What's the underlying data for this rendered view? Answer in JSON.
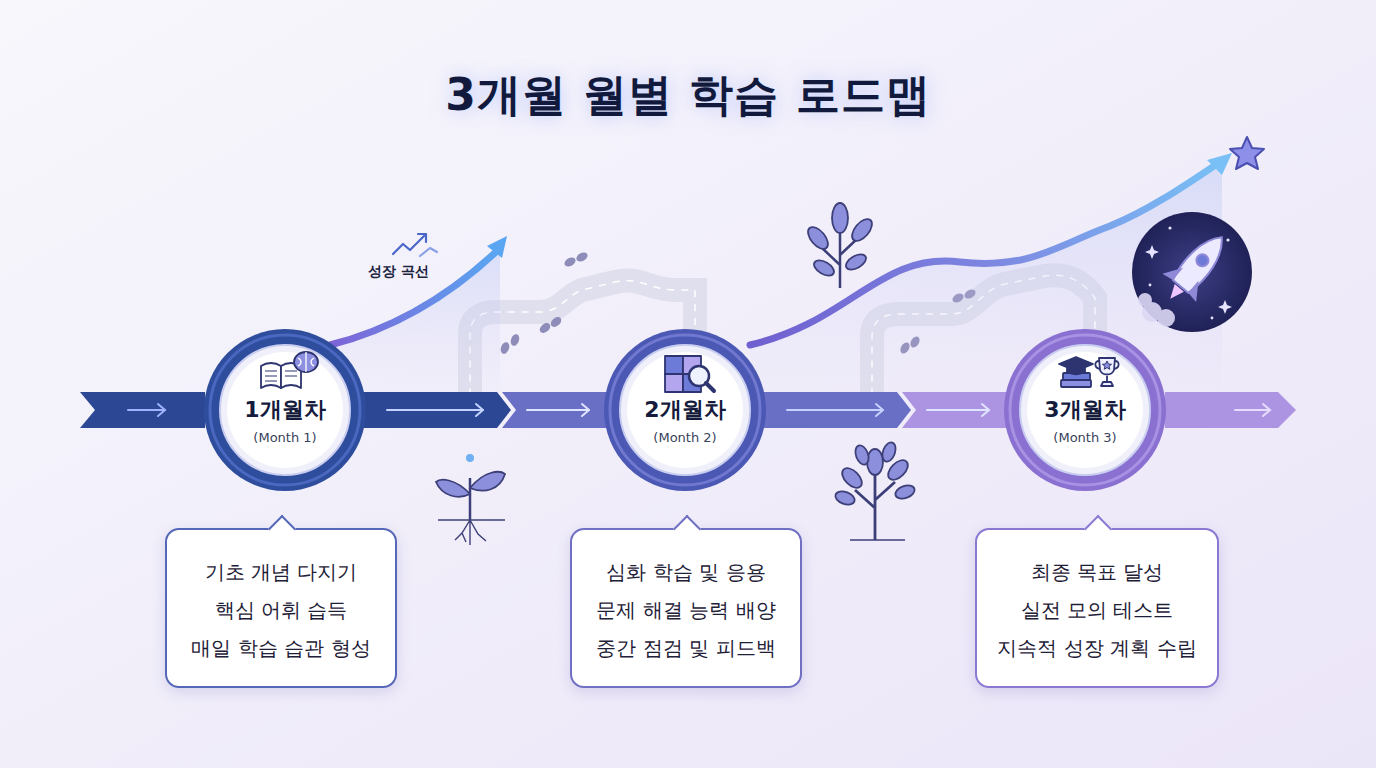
{
  "diagram": {
    "title": "3개월 월별 학습 로드맵",
    "nodes": [
      {
        "text": [
          "1개월차",
          "(Month 1)"
        ]
      },
      {
        "text": [
          "2개월차",
          "(Month 2)"
        ]
      },
      {
        "text": [
          "3개월차",
          "(Month 3)"
        ]
      },
      {
        "text": [
          "기초 개념 다지기",
          "핵심 어휘 습득",
          "매일 학습 습관 형성"
        ]
      },
      {
        "text": [
          "심화 학습 및 응용",
          "문제 해결 능력 배양",
          "중간 점검 및 피드백"
        ]
      },
      {
        "text": [
          "최종 목표 달성",
          "실전 모의 테스트",
          "지속적 성장 계획 수립"
        ]
      }
    ],
    "edges": [
      {
        "from": 0,
        "to": 1,
        "arrow": "to"
      },
      {
        "from": 1,
        "to": 2,
        "arrow": "to"
      }
    ],
    "labels": [
      "성장 곡선"
    ]
  }
}
